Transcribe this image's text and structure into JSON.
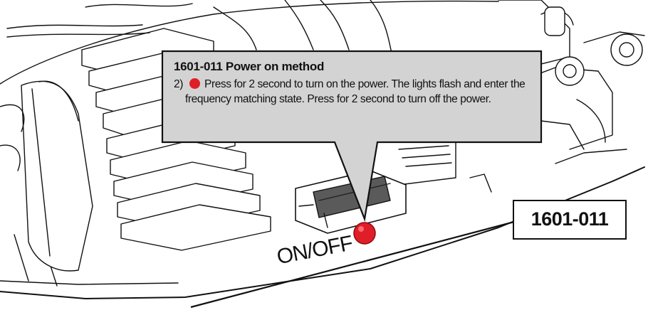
{
  "callout": {
    "title": "1601-011 Power on method",
    "step_number": "2)",
    "indicator_color": "#e01e28",
    "instruction": "Press for 2 second to turn on the power. The lights flash and enter the frequency matching state. Press for 2 second to turn off the power."
  },
  "part_number": "1601-011",
  "switch_label": "ON/OFF",
  "colors": {
    "callout_fill": "#d3d3d3",
    "callout_border": "#111111",
    "switch_button": "#e01e28",
    "line_art": "#111111",
    "switch_body": "#5a5a5a"
  }
}
